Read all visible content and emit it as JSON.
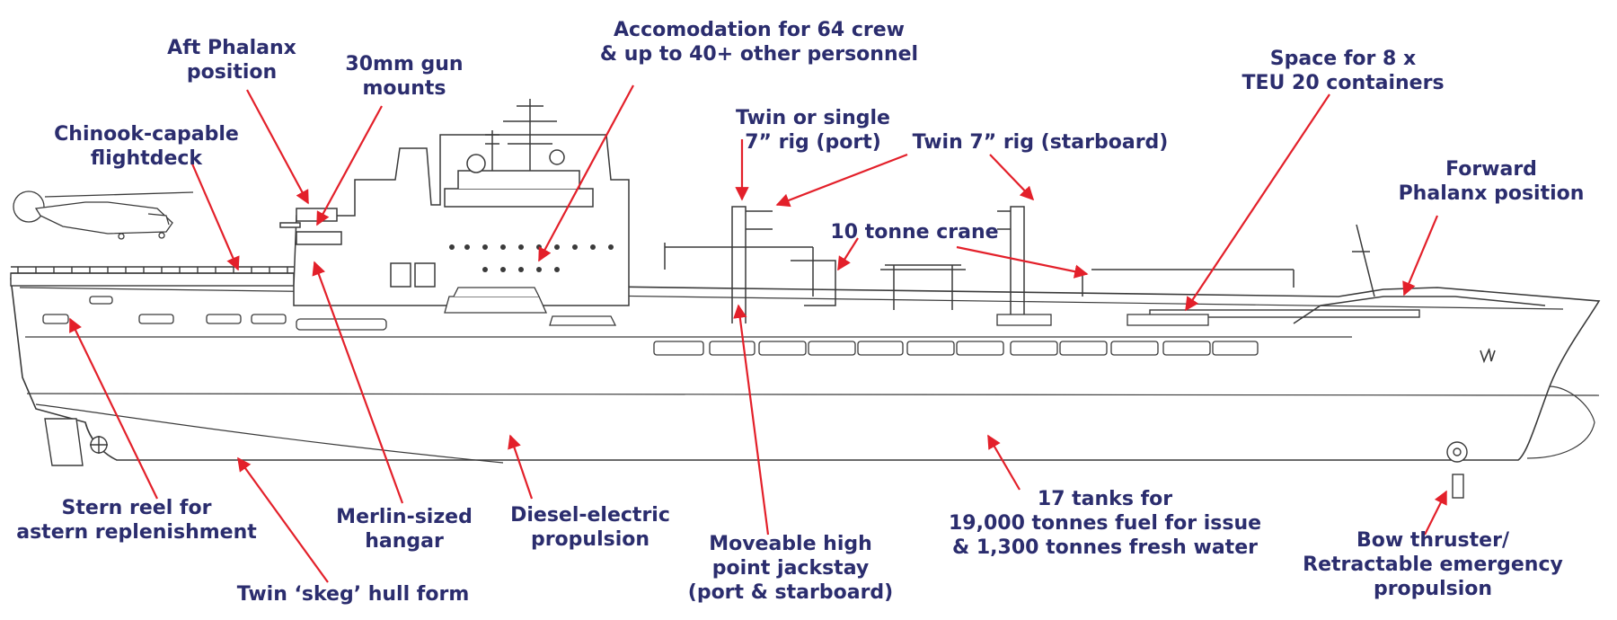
{
  "colors": {
    "label": "#2b2d6e",
    "arrow": "#e3202a",
    "line": "#3a3a3a"
  },
  "labels": {
    "accommodation": [
      "Accomodation for 64 crew",
      "& up to 40+ other personnel"
    ],
    "aft_phalanx": [
      "Aft Phalanx",
      "position"
    ],
    "gun_mounts": [
      "30mm gun",
      "mounts"
    ],
    "flightdeck": [
      "Chinook-capable",
      "flightdeck"
    ],
    "rig_port": [
      "Twin or single",
      "7” rig (port)"
    ],
    "rig_starboard": [
      "Twin 7” rig (starboard)"
    ],
    "containers": [
      "Space for 8 x",
      "TEU 20 containers"
    ],
    "forward_phalanx": [
      "Forward",
      "Phalanx position"
    ],
    "crane": [
      "10 tonne crane"
    ],
    "stern_reel": [
      "Stern reel for",
      "astern replenishment"
    ],
    "hangar": [
      "Merlin-sized",
      "hangar"
    ],
    "propulsion": [
      "Diesel-electric",
      "propulsion"
    ],
    "jackstay": [
      "Moveable high",
      "point jackstay",
      "(port & starboard)"
    ],
    "tanks": [
      "17 tanks for",
      "19,000 tonnes fuel for issue",
      "& 1,300 tonnes fresh water"
    ],
    "bow_thruster": [
      "Bow thruster/",
      "Retractable emergency",
      "propulsion"
    ],
    "skeg": [
      "Twin ‘skeg’ hull form"
    ]
  }
}
